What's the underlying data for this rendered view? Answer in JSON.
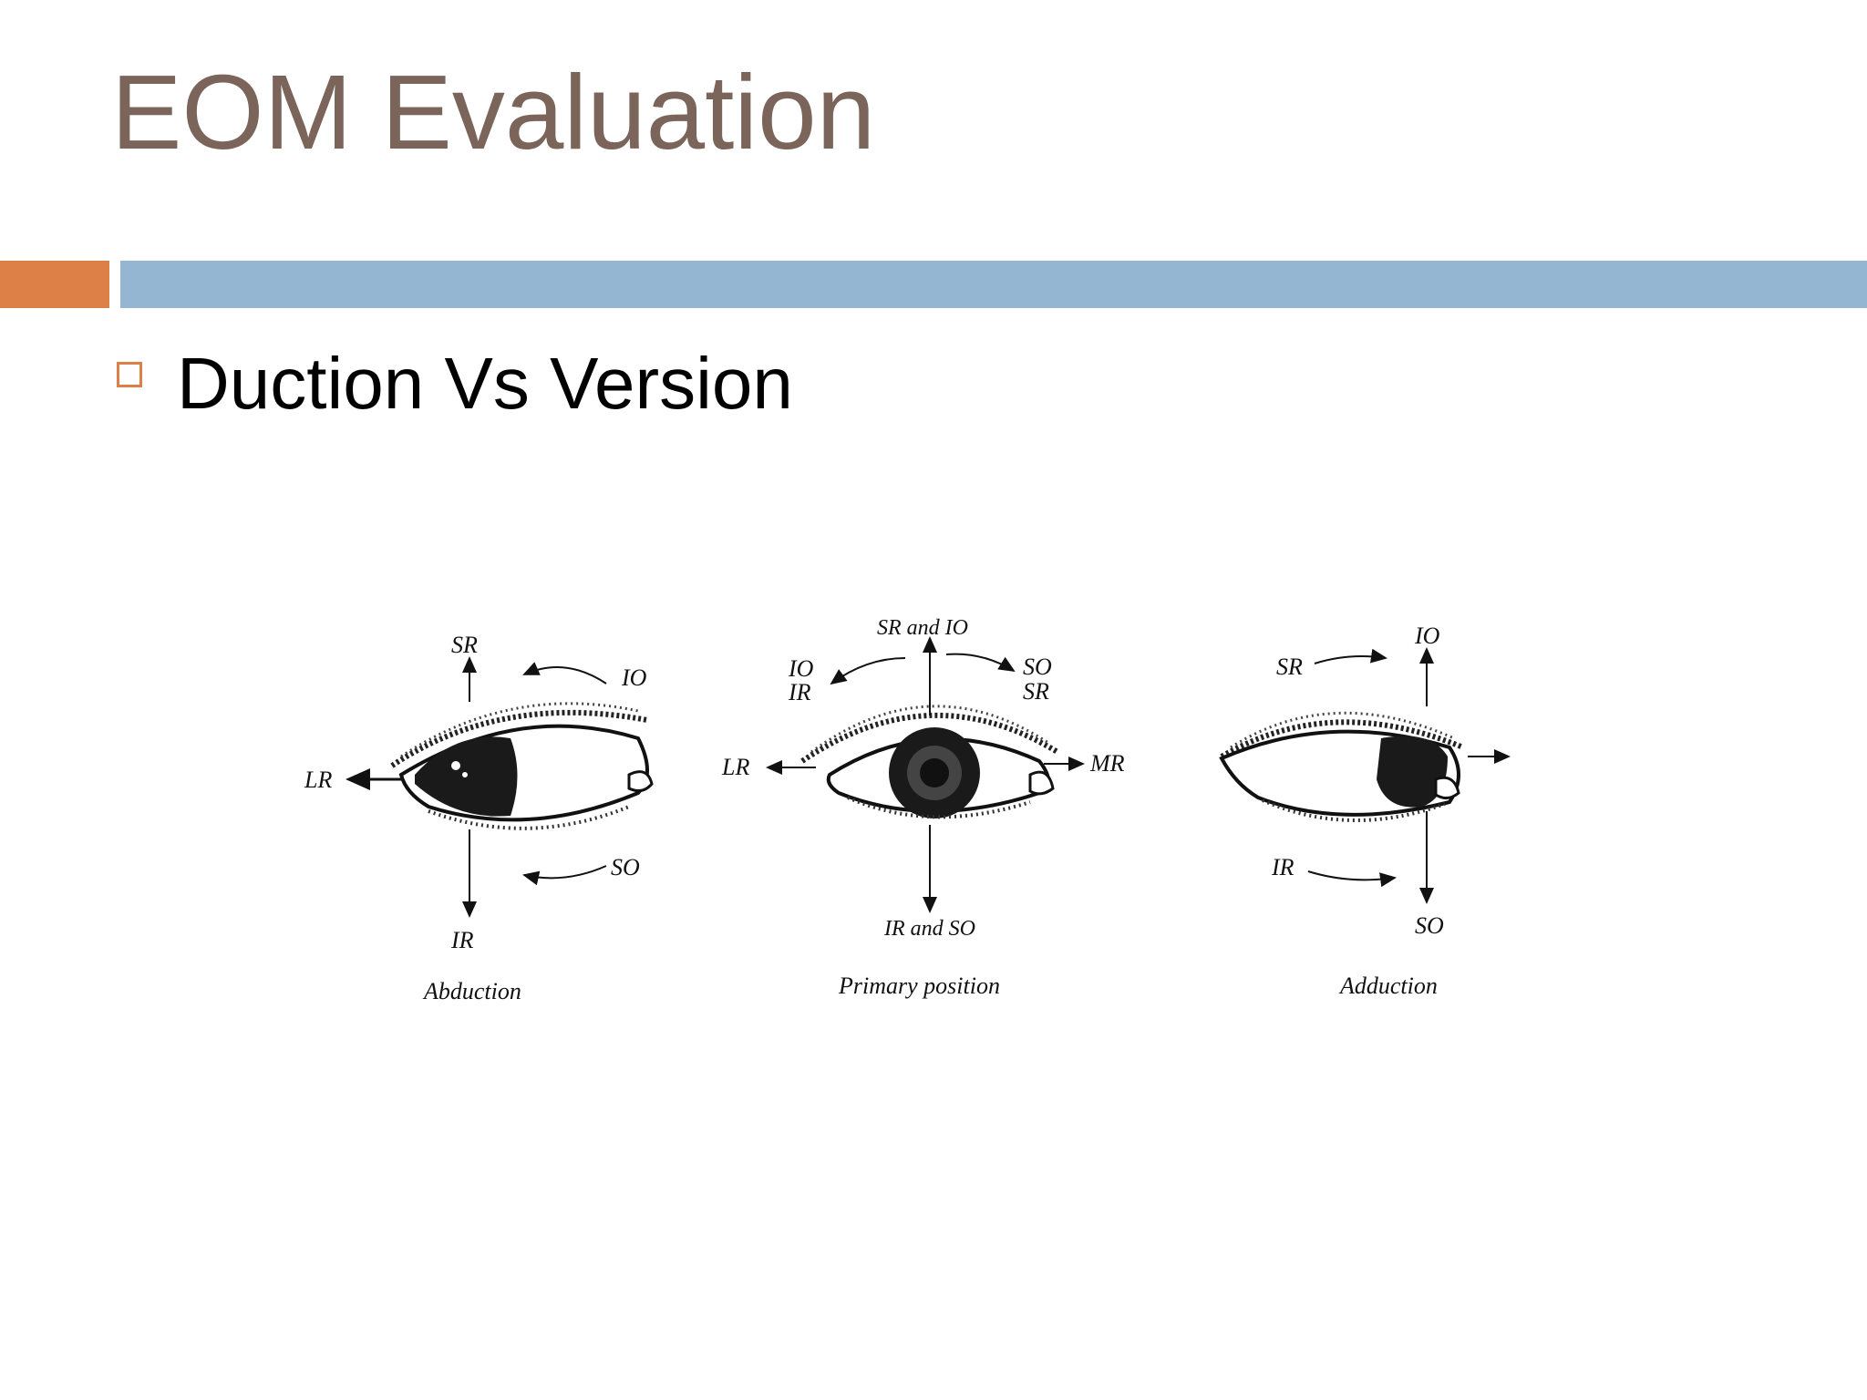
{
  "slide": {
    "title": "EOM Evaluation",
    "bullet": "Duction Vs Version"
  },
  "figure": {
    "abduction": {
      "sr": "SR",
      "io": "IO",
      "lr": "LR",
      "so": "SO",
      "ir": "IR",
      "caption": "Abduction"
    },
    "primary": {
      "top": "SR and IO",
      "io": "IO",
      "ir": "IR",
      "so": "SO",
      "sr": "SR",
      "lr": "LR",
      "mr": "MR",
      "bottom": "IR and SO",
      "caption": "Primary position"
    },
    "adduction": {
      "sr": "SR",
      "io": "IO",
      "ir": "IR",
      "so": "SO",
      "caption": "Adduction"
    }
  },
  "colors": {
    "title": "#7b645a",
    "accent_orange": "#dd8047",
    "accent_blue": "#94b6d2"
  }
}
